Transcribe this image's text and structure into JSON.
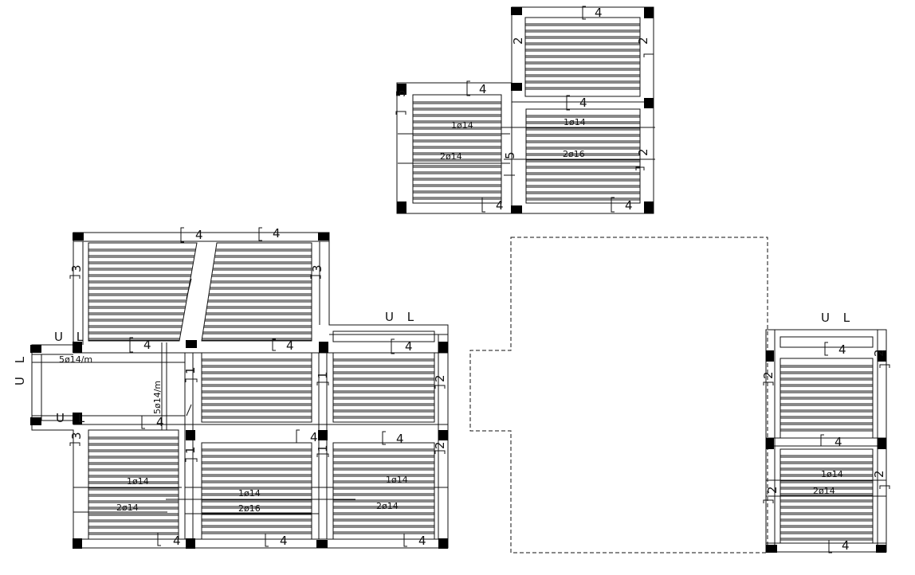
{
  "colors": {
    "line": "#111111",
    "column": "#000000",
    "background": "#ffffff"
  },
  "labels": {
    "m4": "4",
    "m2": "2",
    "m3": "3",
    "m5": "5",
    "m1": "1",
    "ul": "U L",
    "r1014": "1ø14",
    "r2014": "2ø14",
    "r2016": "2ø16",
    "r5014m": "5ø14/m"
  }
}
